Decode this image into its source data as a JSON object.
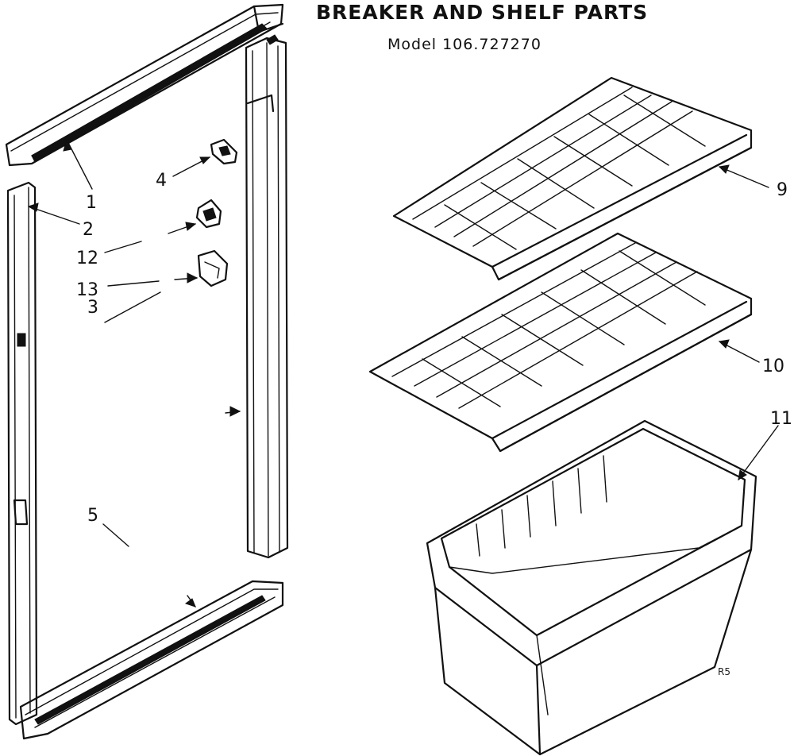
{
  "title": "BREAKER AND SHELF PARTS",
  "subtitle": "Model 106.727270",
  "corner_mark": "R5",
  "callouts": [
    {
      "id": "1",
      "label": "1"
    },
    {
      "id": "2",
      "label": "2"
    },
    {
      "id": "3",
      "label": "3"
    },
    {
      "id": "4",
      "label": "4"
    },
    {
      "id": "5",
      "label": "5"
    },
    {
      "id": "9",
      "label": "9"
    },
    {
      "id": "10",
      "label": "10"
    },
    {
      "id": "11",
      "label": "11"
    },
    {
      "id": "12",
      "label": "12"
    },
    {
      "id": "13",
      "label": "13"
    }
  ]
}
